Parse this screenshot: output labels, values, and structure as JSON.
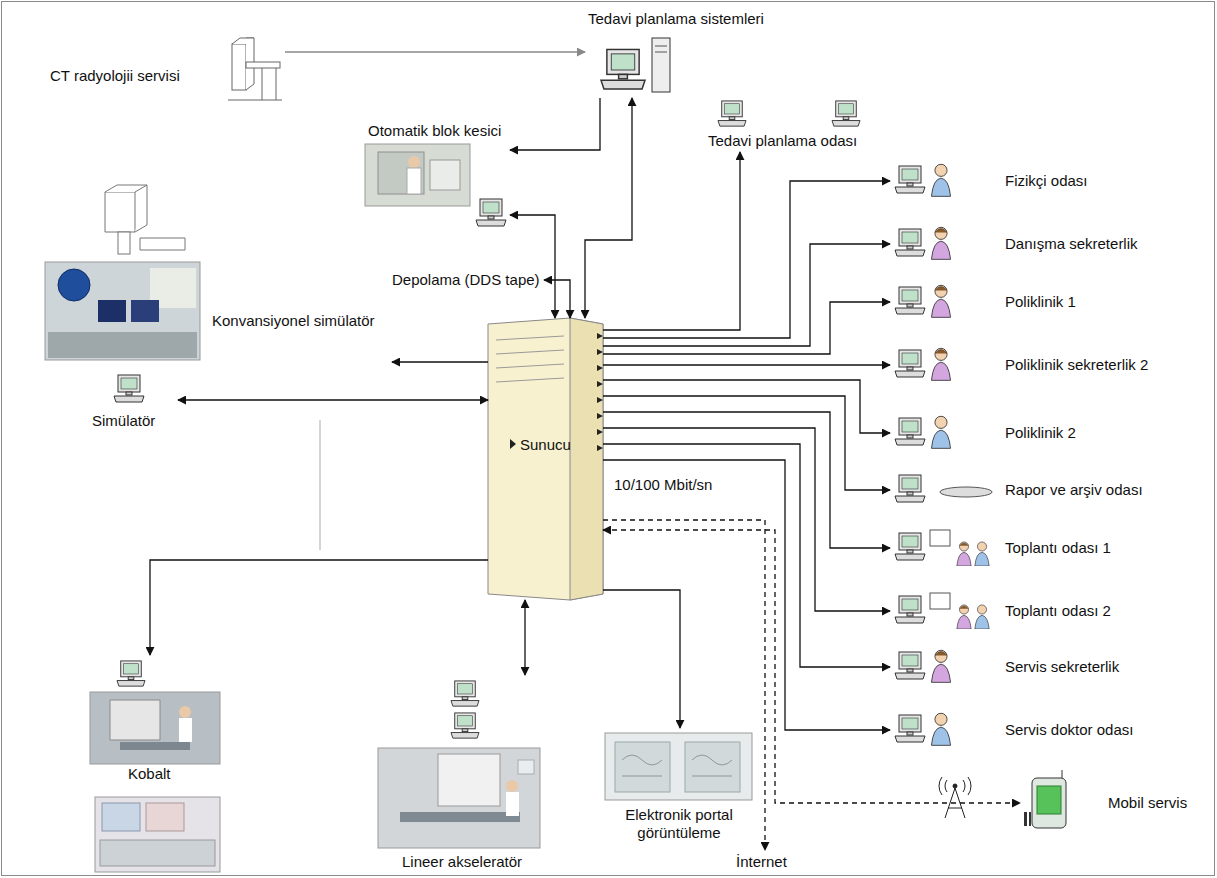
{
  "diagram": {
    "nodes": [
      {
        "text": [
          "CT radyolojii servisi"
        ]
      },
      {
        "text": [
          "Tedavi planlama sistemleri"
        ]
      },
      {
        "text": [
          "Tedavi planlama odası"
        ]
      },
      {
        "text": [
          "Otomatik blok kesici"
        ]
      },
      {
        "text": [
          "Fizikçi odası"
        ]
      },
      {
        "text": [
          "Danışma sekreterlik"
        ]
      },
      {
        "text": [
          "Depolama (DDS tape)"
        ]
      },
      {
        "text": [
          "Poliklinik 1"
        ]
      },
      {
        "text": [
          "Konvansiyonel simülatör"
        ]
      },
      {
        "text": [
          "Poliklinik sekreterlik 2"
        ]
      },
      {
        "text": [
          "Simülatör"
        ]
      },
      {
        "text": [
          "Sunucu"
        ]
      },
      {
        "text": [
          "Poliklinik 2"
        ]
      },
      {
        "text": [
          "Rapor ve arşiv odası"
        ]
      },
      {
        "text": [
          "Toplantı odası 1"
        ]
      },
      {
        "text": [
          "Toplantı odası 2"
        ]
      },
      {
        "text": [
          "Servis sekreterlik"
        ]
      },
      {
        "text": [
          "Servis doktor odası"
        ]
      },
      {
        "text": [
          "Kobalt"
        ]
      },
      {
        "text": [
          "Lineer akseleratör"
        ]
      },
      {
        "text": [
          "Elektronik portal görüntüleme"
        ]
      },
      {
        "text": [
          "Mobil servis"
        ]
      },
      {
        "text": [
          "İnternet"
        ]
      }
    ],
    "edges": [
      {
        "from": 0,
        "to": 1,
        "arrow": "to"
      },
      {
        "from": 1,
        "to": 3,
        "arrow": "to"
      },
      {
        "from": 11,
        "to": 1,
        "arrow": "both"
      },
      {
        "from": 11,
        "to": 3,
        "arrow": "both"
      },
      {
        "from": 11,
        "to": 6,
        "arrow": "both"
      },
      {
        "from": 11,
        "to": 2,
        "arrow": "to"
      },
      {
        "from": 11,
        "to": 4,
        "arrow": "to"
      },
      {
        "from": 11,
        "to": 5,
        "arrow": "to"
      },
      {
        "from": 11,
        "to": 7,
        "arrow": "to"
      },
      {
        "from": 11,
        "to": 9,
        "arrow": "to"
      },
      {
        "from": 11,
        "to": 12,
        "arrow": "to"
      },
      {
        "from": 11,
        "to": 13,
        "arrow": "to"
      },
      {
        "from": 11,
        "to": 14,
        "arrow": "to"
      },
      {
        "from": 11,
        "to": 15,
        "arrow": "to"
      },
      {
        "from": 11,
        "to": 16,
        "arrow": "to"
      },
      {
        "from": 11,
        "to": 17,
        "arrow": "to"
      },
      {
        "from": 11,
        "to": 8,
        "arrow": "to"
      },
      {
        "from": 11,
        "to": 10,
        "arrow": "both"
      },
      {
        "from": 11,
        "to": 18,
        "arrow": "to"
      },
      {
        "from": 11,
        "to": 19,
        "arrow": "both"
      },
      {
        "from": 11,
        "to": 20,
        "arrow": "to"
      },
      {
        "from": 11,
        "to": 22,
        "arrow": "to"
      },
      {
        "from": 11,
        "to": 21,
        "arrow": "both"
      }
    ],
    "labels": [
      "10/100 Mbit/sn"
    ]
  }
}
